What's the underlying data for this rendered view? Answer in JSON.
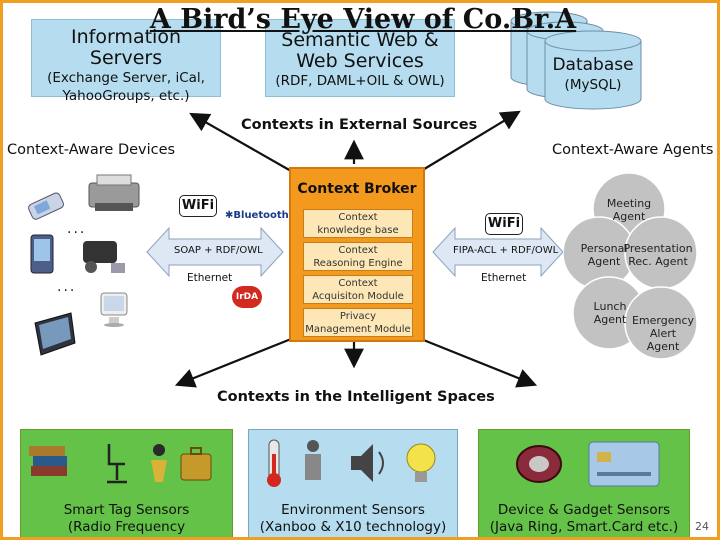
{
  "slide": {
    "title": "A Bird’s Eye View of Co.Br.A",
    "page_number": "24"
  },
  "external_sources": {
    "info_servers": {
      "title": "Information Servers",
      "sub1": "(Exchange Server, iCal,",
      "sub2": "YahooGroups, etc.)"
    },
    "semantic_web": {
      "title1": "Semantic Web &",
      "title2": "Web Services",
      "sub": "(RDF, DAML+OIL & OWL)"
    },
    "database": {
      "title": "Database",
      "sub": "(MySQL)"
    }
  },
  "headings": {
    "external": "Contexts in External Sources",
    "spaces": "Contexts in the Intelligent Spaces",
    "devices": "Context-Aware Devices",
    "agents": "Context-Aware Agents"
  },
  "broker": {
    "title": "Context Broker",
    "modules": [
      {
        "line1": "Context",
        "line2": "knowledge base"
      },
      {
        "line1": "Context",
        "line2": "Reasoning Engine"
      },
      {
        "line1": "Context",
        "line2": "Acquisiton Module"
      },
      {
        "line1": "Privacy",
        "line2": "Management Module"
      }
    ]
  },
  "connections": {
    "left_label": "SOAP + RDF/OWL",
    "right_label": "FIPA-ACL + RDF/OWL",
    "ethernet": "Ethernet",
    "wifi": "WiFi",
    "bluetooth": "Bluetooth",
    "irda": "IrDA"
  },
  "agents": [
    {
      "line1": "Meeting",
      "line2": "Agent",
      "line3": ""
    },
    {
      "line1": "Personal",
      "line2": "Agent",
      "line3": ""
    },
    {
      "line1": "Presentation",
      "line2": "Rec. Agent",
      "line3": ""
    },
    {
      "line1": "Lunch",
      "line2": "Agent",
      "line3": ""
    },
    {
      "line1": "Emergency",
      "line2": "Alert",
      "line3": "Agent"
    }
  ],
  "sensors": [
    {
      "title": "Smart Tag Sensors",
      "sub": "(Radio Frequency Identification)"
    },
    {
      "title": "Environment Sensors",
      "sub": "(Xanboo & X10 technology)"
    },
    {
      "title": "Device & Gadget Sensors",
      "sub": "(Java Ring, Smart.Card etc.)"
    }
  ],
  "ellipsis": "...",
  "colors": {
    "frame": "#f0a020",
    "source_box": "#b5dcef",
    "broker": "#f39a1e",
    "module": "#fde7b6",
    "connector": "#dde8f4",
    "agent_circle": "#c2c2c2",
    "sensor_green": "#63c247",
    "sensor_blue": "#b5dcef"
  }
}
